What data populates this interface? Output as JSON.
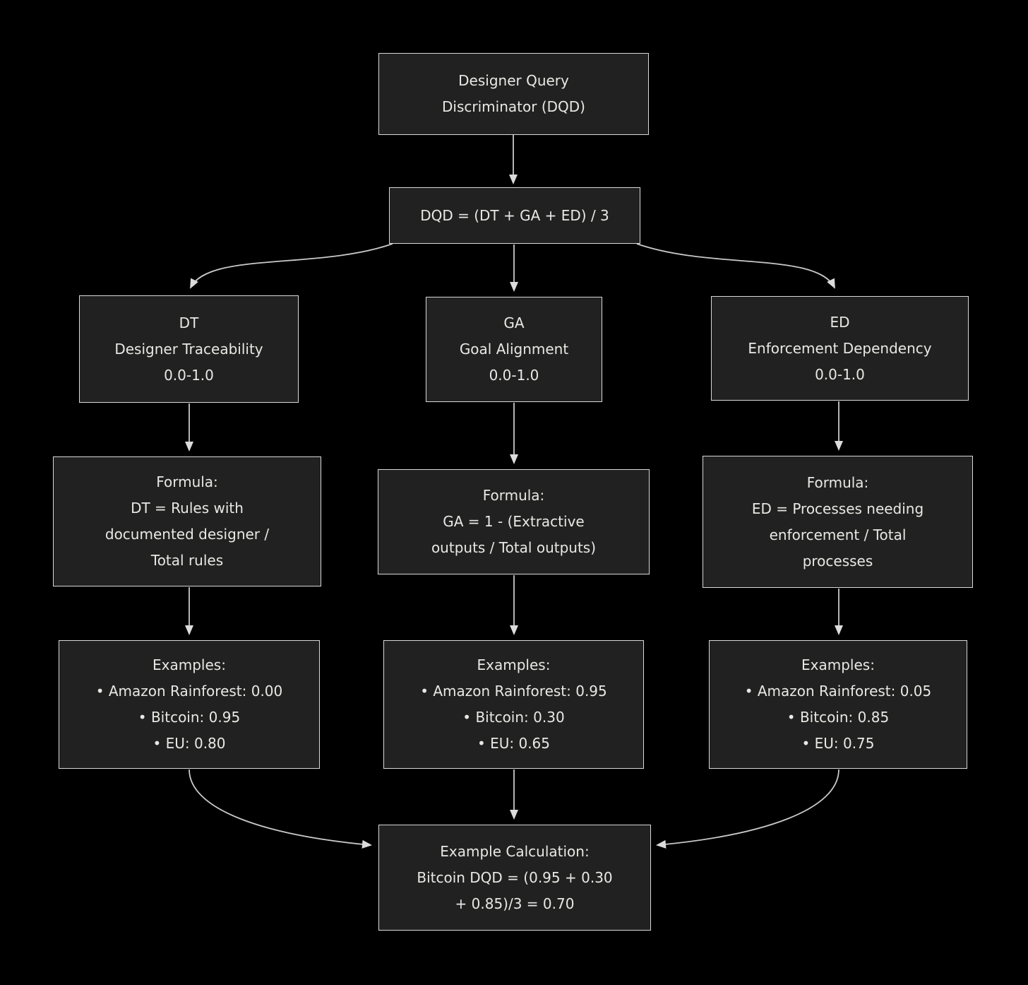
{
  "colors": {
    "background": "#000000",
    "node_fill": "#212121",
    "node_border": "#d9d9d9",
    "text": "#e8e8e4",
    "arrow_line": "#c9c9c9",
    "arrow_head": "#dcdcdc"
  },
  "nodes": {
    "root": "Designer Query\nDiscriminator (DQD)",
    "formula": "DQD = (DT + GA + ED) / 3",
    "dt": "DT\nDesigner Traceability\n0.0-1.0",
    "dt_formula": "Formula:\nDT = Rules with\ndocumented designer /\nTotal rules",
    "dt_examples": "Examples:\n• Amazon Rainforest: 0.00\n• Bitcoin: 0.95\n• EU: 0.80",
    "ga": "GA\nGoal Alignment\n0.0-1.0",
    "ga_formula": "Formula:\nGA = 1 - (Extractive\noutputs / Total outputs)",
    "ga_examples": "Examples:\n• Amazon Rainforest: 0.95\n• Bitcoin: 0.30\n• EU: 0.65",
    "ed": "ED\nEnforcement Dependency\n0.0-1.0",
    "ed_formula": "Formula:\nED = Processes needing\nenforcement / Total\nprocesses",
    "ed_examples": "Examples:\n• Amazon Rainforest: 0.05\n• Bitcoin: 0.85\n• EU: 0.75",
    "result": "Example Calculation:\nBitcoin DQD = (0.95 + 0.30\n+ 0.85)/3 = 0.70"
  },
  "edges": [
    {
      "from": "root",
      "to": "formula"
    },
    {
      "from": "formula",
      "to": "dt"
    },
    {
      "from": "formula",
      "to": "ga"
    },
    {
      "from": "formula",
      "to": "ed"
    },
    {
      "from": "dt",
      "to": "dt_formula"
    },
    {
      "from": "ga",
      "to": "ga_formula"
    },
    {
      "from": "ed",
      "to": "ed_formula"
    },
    {
      "from": "dt_formula",
      "to": "dt_examples"
    },
    {
      "from": "ga_formula",
      "to": "ga_examples"
    },
    {
      "from": "ed_formula",
      "to": "ed_examples"
    },
    {
      "from": "dt_examples",
      "to": "result"
    },
    {
      "from": "ga_examples",
      "to": "result"
    },
    {
      "from": "ed_examples",
      "to": "result"
    }
  ]
}
